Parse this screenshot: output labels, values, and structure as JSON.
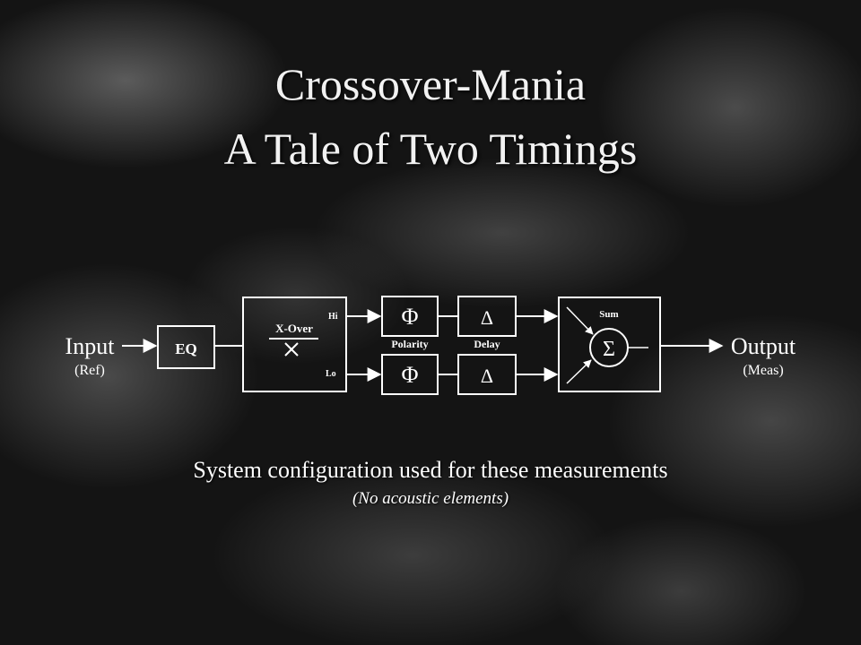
{
  "title": {
    "line1": "Crossover-Mania",
    "line2": "A Tale of Two Timings"
  },
  "diagram": {
    "input_label": "Input",
    "input_sub": "(Ref)",
    "eq_label": "EQ",
    "xover_label": "X-Over",
    "hi_label": "Hi",
    "lo_label": "Lo",
    "polarity_symbol": "Φ",
    "polarity_label": "Polarity",
    "delay_symbol": "Δ",
    "delay_label": "Delay",
    "sum_label": "Sum",
    "sum_symbol": "Σ",
    "output_label": "Output",
    "output_sub": "(Meas)"
  },
  "caption": {
    "main": "System configuration used for these measurements",
    "sub": "(No acoustic elements)"
  }
}
